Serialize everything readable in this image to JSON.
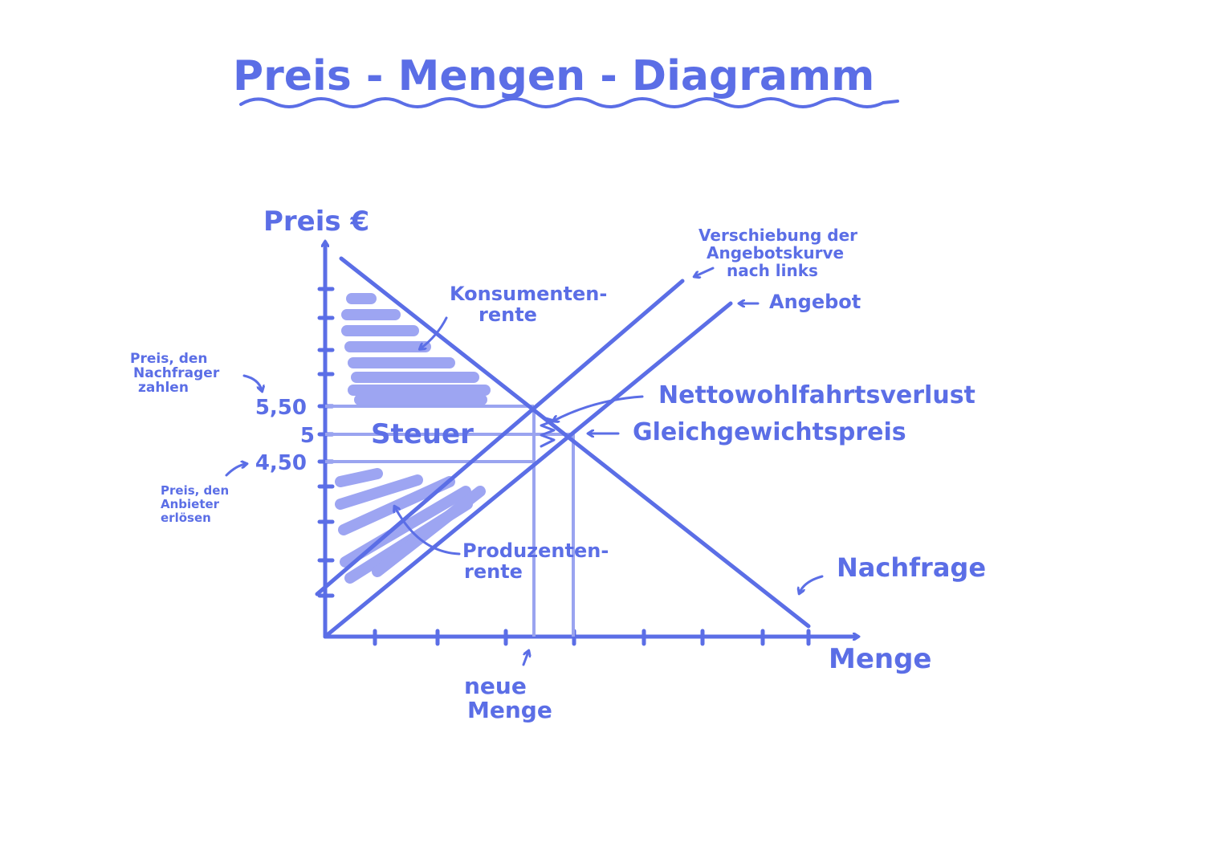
{
  "title": "Preis - Mengen - Diagramm",
  "colors": {
    "ink": "#5b6ee6",
    "ink_light": "#9aa4f0",
    "shade": "#7d87ee"
  },
  "axes": {
    "y_label": "Preis €",
    "x_label": "Menge",
    "price_ticks": [
      "5,50",
      "5",
      "4,50"
    ]
  },
  "curves": {
    "demand": "Nachfrage",
    "supply": "Angebot",
    "supply_shift": "Verschiebung der Angebotskurve nach links"
  },
  "areas": {
    "tax": "Steuer",
    "consumer_surplus": "Konsumenten- rente",
    "producer_surplus": "Produzenten- rente"
  },
  "annotations": {
    "deadweight_loss": "Nettowohlfahrtsverlust",
    "equilibrium_price": "Gleichgewichtspreis",
    "consumer_price": "Preis, den Nachfrager zahlen",
    "producer_price": "Preis, den Anbieter erlösen",
    "new_quantity": "neue Menge"
  }
}
